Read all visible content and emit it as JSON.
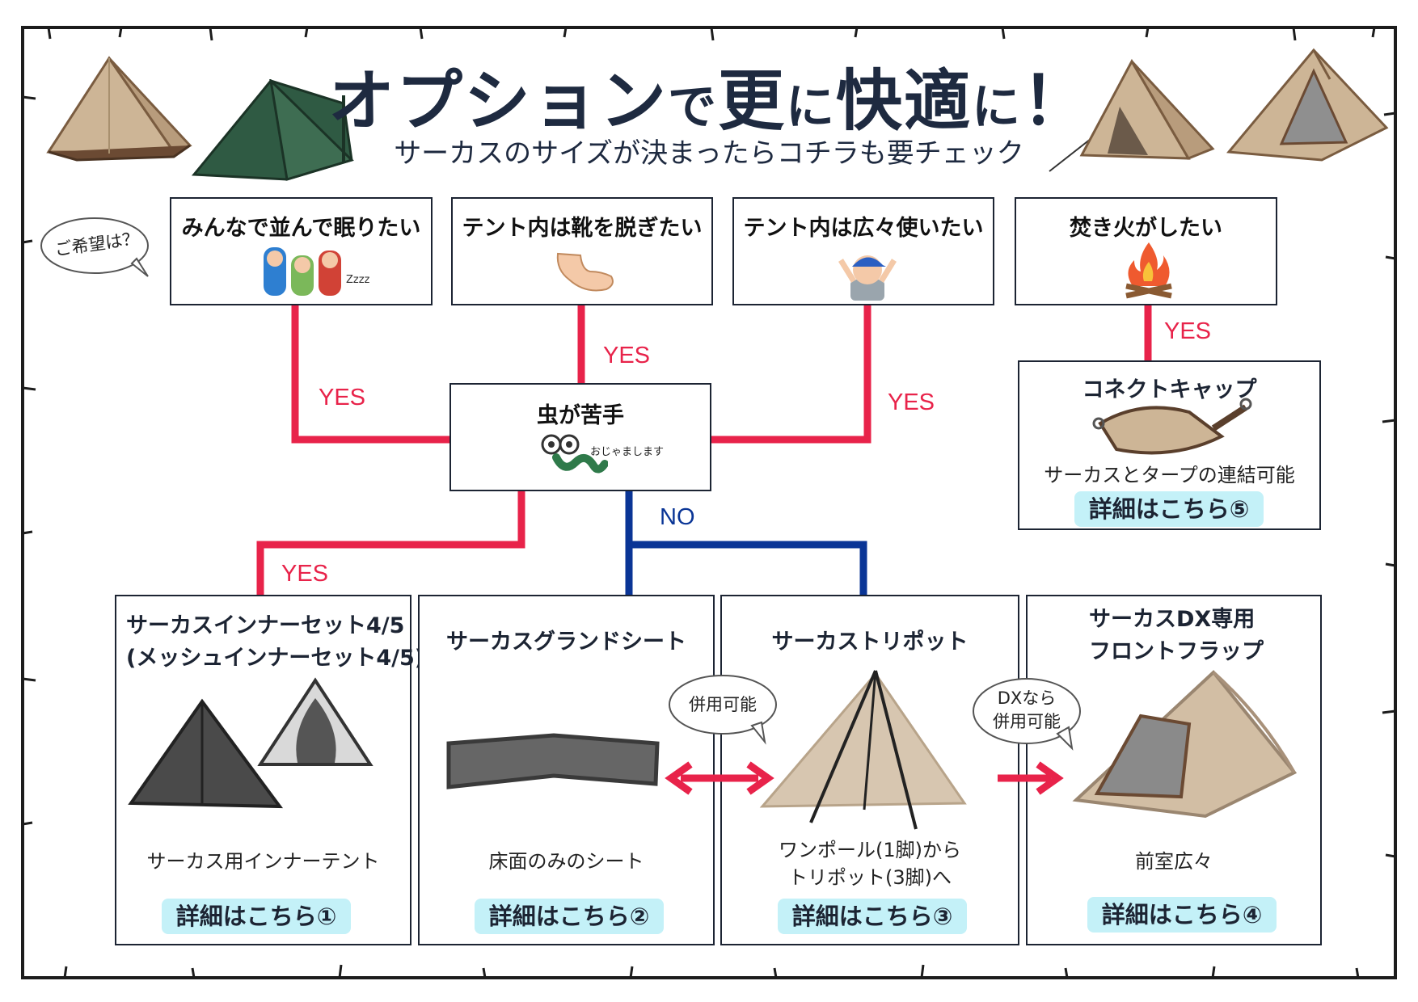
{
  "header": {
    "title_parts": [
      "オプション",
      "で",
      "更",
      "に",
      "快適",
      "に",
      "！"
    ],
    "subtitle": "サーカスのサイズが決まったらコチラも要チェック"
  },
  "bubble_wish": "ご希望は？",
  "questions": [
    {
      "text": "みんなで並んで眠りたい"
    },
    {
      "text": "テント内は靴を脱ぎたい"
    },
    {
      "text": "テント内は広々使いたい"
    },
    {
      "text": "焚き火がしたい"
    }
  ],
  "center": {
    "text": "虫が苦手",
    "note": "おじゃまします"
  },
  "zzz": "Zzzz",
  "answers": {
    "yes": "YES",
    "no": "NO"
  },
  "products": [
    {
      "title": "サーカスインナーセット4/5",
      "title2": "(メッシュインナーセット4/5)",
      "desc": "サーカス用インナーテント",
      "link": "詳細はこちら①"
    },
    {
      "title": "サーカスグランドシート",
      "desc": "床面のみのシート",
      "link": "詳細はこちら②"
    },
    {
      "title": "サーカストリポット",
      "desc": "ワンポール(1脚)から",
      "desc2": "トリポット(3脚)へ",
      "link": "詳細はこちら③"
    },
    {
      "title": "サーカスDX専用",
      "title2": "フロントフラップ",
      "desc": "前室広々",
      "link": "詳細はこちら④"
    },
    {
      "title": "コネクトキャップ",
      "desc": "サーカスとタープの連結可能",
      "link": "詳細はこちら⑤"
    }
  ],
  "bubble_combine": "併用可能",
  "bubble_dx": [
    "DXなら",
    "併用可能"
  ],
  "colors": {
    "yes_line": "#e8234a",
    "no_line": "#0a3596",
    "border": "#1c2433",
    "link_bg": "#c4f1f8",
    "tent": "#cdb596"
  }
}
